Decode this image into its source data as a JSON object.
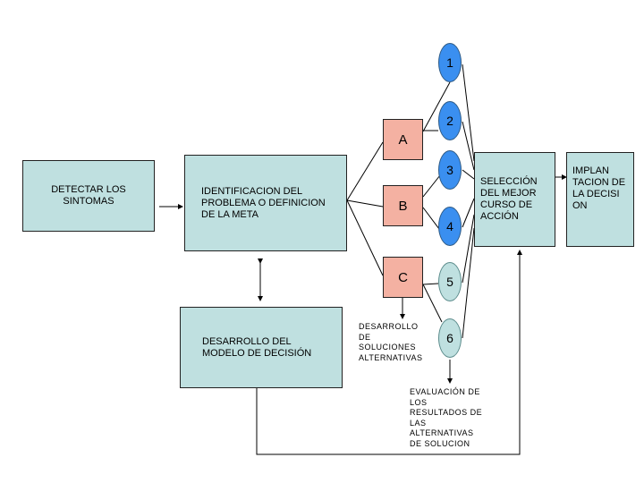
{
  "boxes": {
    "detect": "DETECTAR  LOS SINTOMAS",
    "identify": "IDENTIFICACION DEL PROBLEMA O DEFINICION DE LA META",
    "model": "DESARROLLO DEL MODELO DE DECISIÓN",
    "select": "SELECCIÓN DEL MEJOR CURSO DE ACCIÓN",
    "implement": "IMPLAN TACION DE LA DECISI ON"
  },
  "alternatives": [
    "A",
    "B",
    "C"
  ],
  "outcomes": [
    "1",
    "2",
    "3",
    "4",
    "5",
    "6"
  ],
  "notes": {
    "develop": "DESARROLLO DE SOLUCIONES ALTERNATIVAS",
    "evaluate": "EVALUACIÓN DE LOS RESULTADOS DE LAS ALTERNATIVAS DE SOLUCION"
  },
  "colors": {
    "box_fill": "#bfe0e0",
    "alternative_fill": "#f4b1a2",
    "outcome_fill_blue": "#3a8ff0",
    "outcome_fill_pale": "#bfe0e0"
  }
}
